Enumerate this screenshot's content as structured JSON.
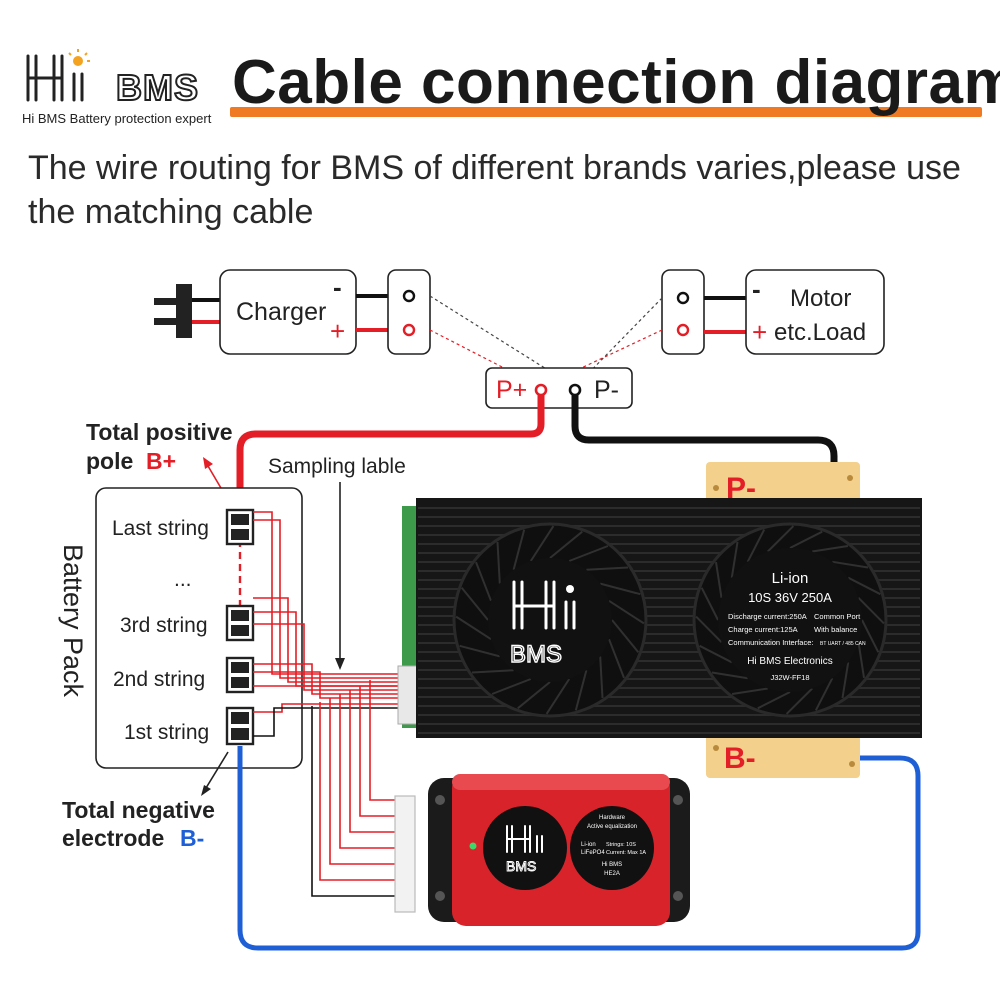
{
  "header": {
    "logo_text": "BMS",
    "logo_subtitle": "Hi BMS Battery protection expert",
    "title": "Cable connection diagram",
    "subtitle": "The wire routing for BMS of different brands varies,please use the matching cable"
  },
  "colors": {
    "accent": "#f07a23",
    "positive_wire": "#e41e26",
    "negative_wire": "#111111",
    "b_minus_wire": "#1f5fd6",
    "label_blue": "#1f5fd6",
    "label_red": "#e41e26"
  },
  "charger": {
    "label": "Charger",
    "minus": "-",
    "plus": "+"
  },
  "load": {
    "line1": "Motor",
    "line2": "etc.Load",
    "minus": "-",
    "plus": "+"
  },
  "ports": {
    "p_plus": "P+",
    "p_minus": "P-"
  },
  "labels": {
    "total_positive_line1": "Total positive",
    "total_positive_line2": "pole",
    "b_plus": "B+",
    "sampling": "Sampling lable",
    "total_negative_line1": "Total negative",
    "total_negative_line2": "electrode",
    "b_minus": "B-",
    "battery_pack": "Battery Pack"
  },
  "strings": [
    "Last string",
    "...",
    "3rd string",
    "2nd string",
    "1st string"
  ],
  "bms": {
    "p_minus_tab": "P-",
    "b_minus_tab": "B-",
    "logo": "BMS",
    "spec_title": "Li-ion",
    "spec_model": "10S 36V 250A",
    "spec_discharge": "Discharge current:250A",
    "spec_port": "Common Port",
    "spec_charge": "Charge current:125A",
    "spec_balance": "With balance",
    "spec_comm": "Communication Interface:",
    "spec_comm_opts": "BT  UART / 485  CAN",
    "spec_brand": "Hi BMS Electronics",
    "spec_code": "J32W-FF18"
  },
  "balancer": {
    "logo": "BMS",
    "heading1": "Hardware",
    "heading2": "Active equalization",
    "chem1": "Li-ion",
    "chem2": "LiFePO4",
    "strings": "Strings: 10S",
    "current": "Current: Max 1A",
    "brand": "Hi BMS",
    "model": "HE2A"
  }
}
